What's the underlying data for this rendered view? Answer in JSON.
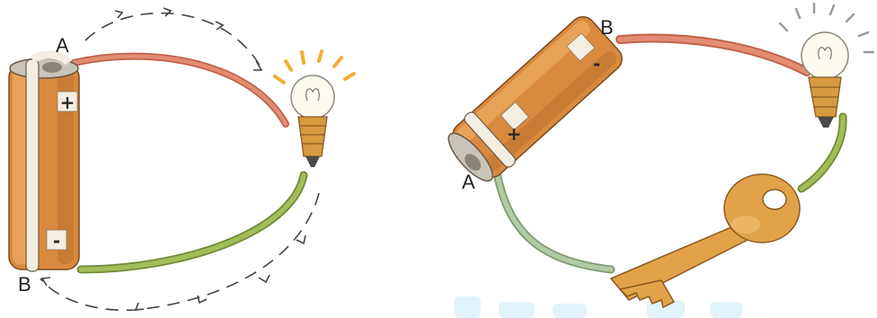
{
  "left_circuit": {
    "label_top": "A",
    "label_bottom": "B",
    "battery_plus": "+",
    "battery_minus": "-"
  },
  "right_circuit": {
    "label_top": "B",
    "label_bottom": "A",
    "battery_plus": "+",
    "battery_minus": "-"
  },
  "colors": {
    "battery": "#d98a3e",
    "battery_band": "#f4eee2",
    "wire_red": "#d9785e",
    "wire_green": "#93ad52",
    "wire_sage": "#a8c29a",
    "bulb_base": "#d89a40",
    "key": "#e2a24a",
    "arrows": "#444444",
    "rays": "#f0b133"
  }
}
